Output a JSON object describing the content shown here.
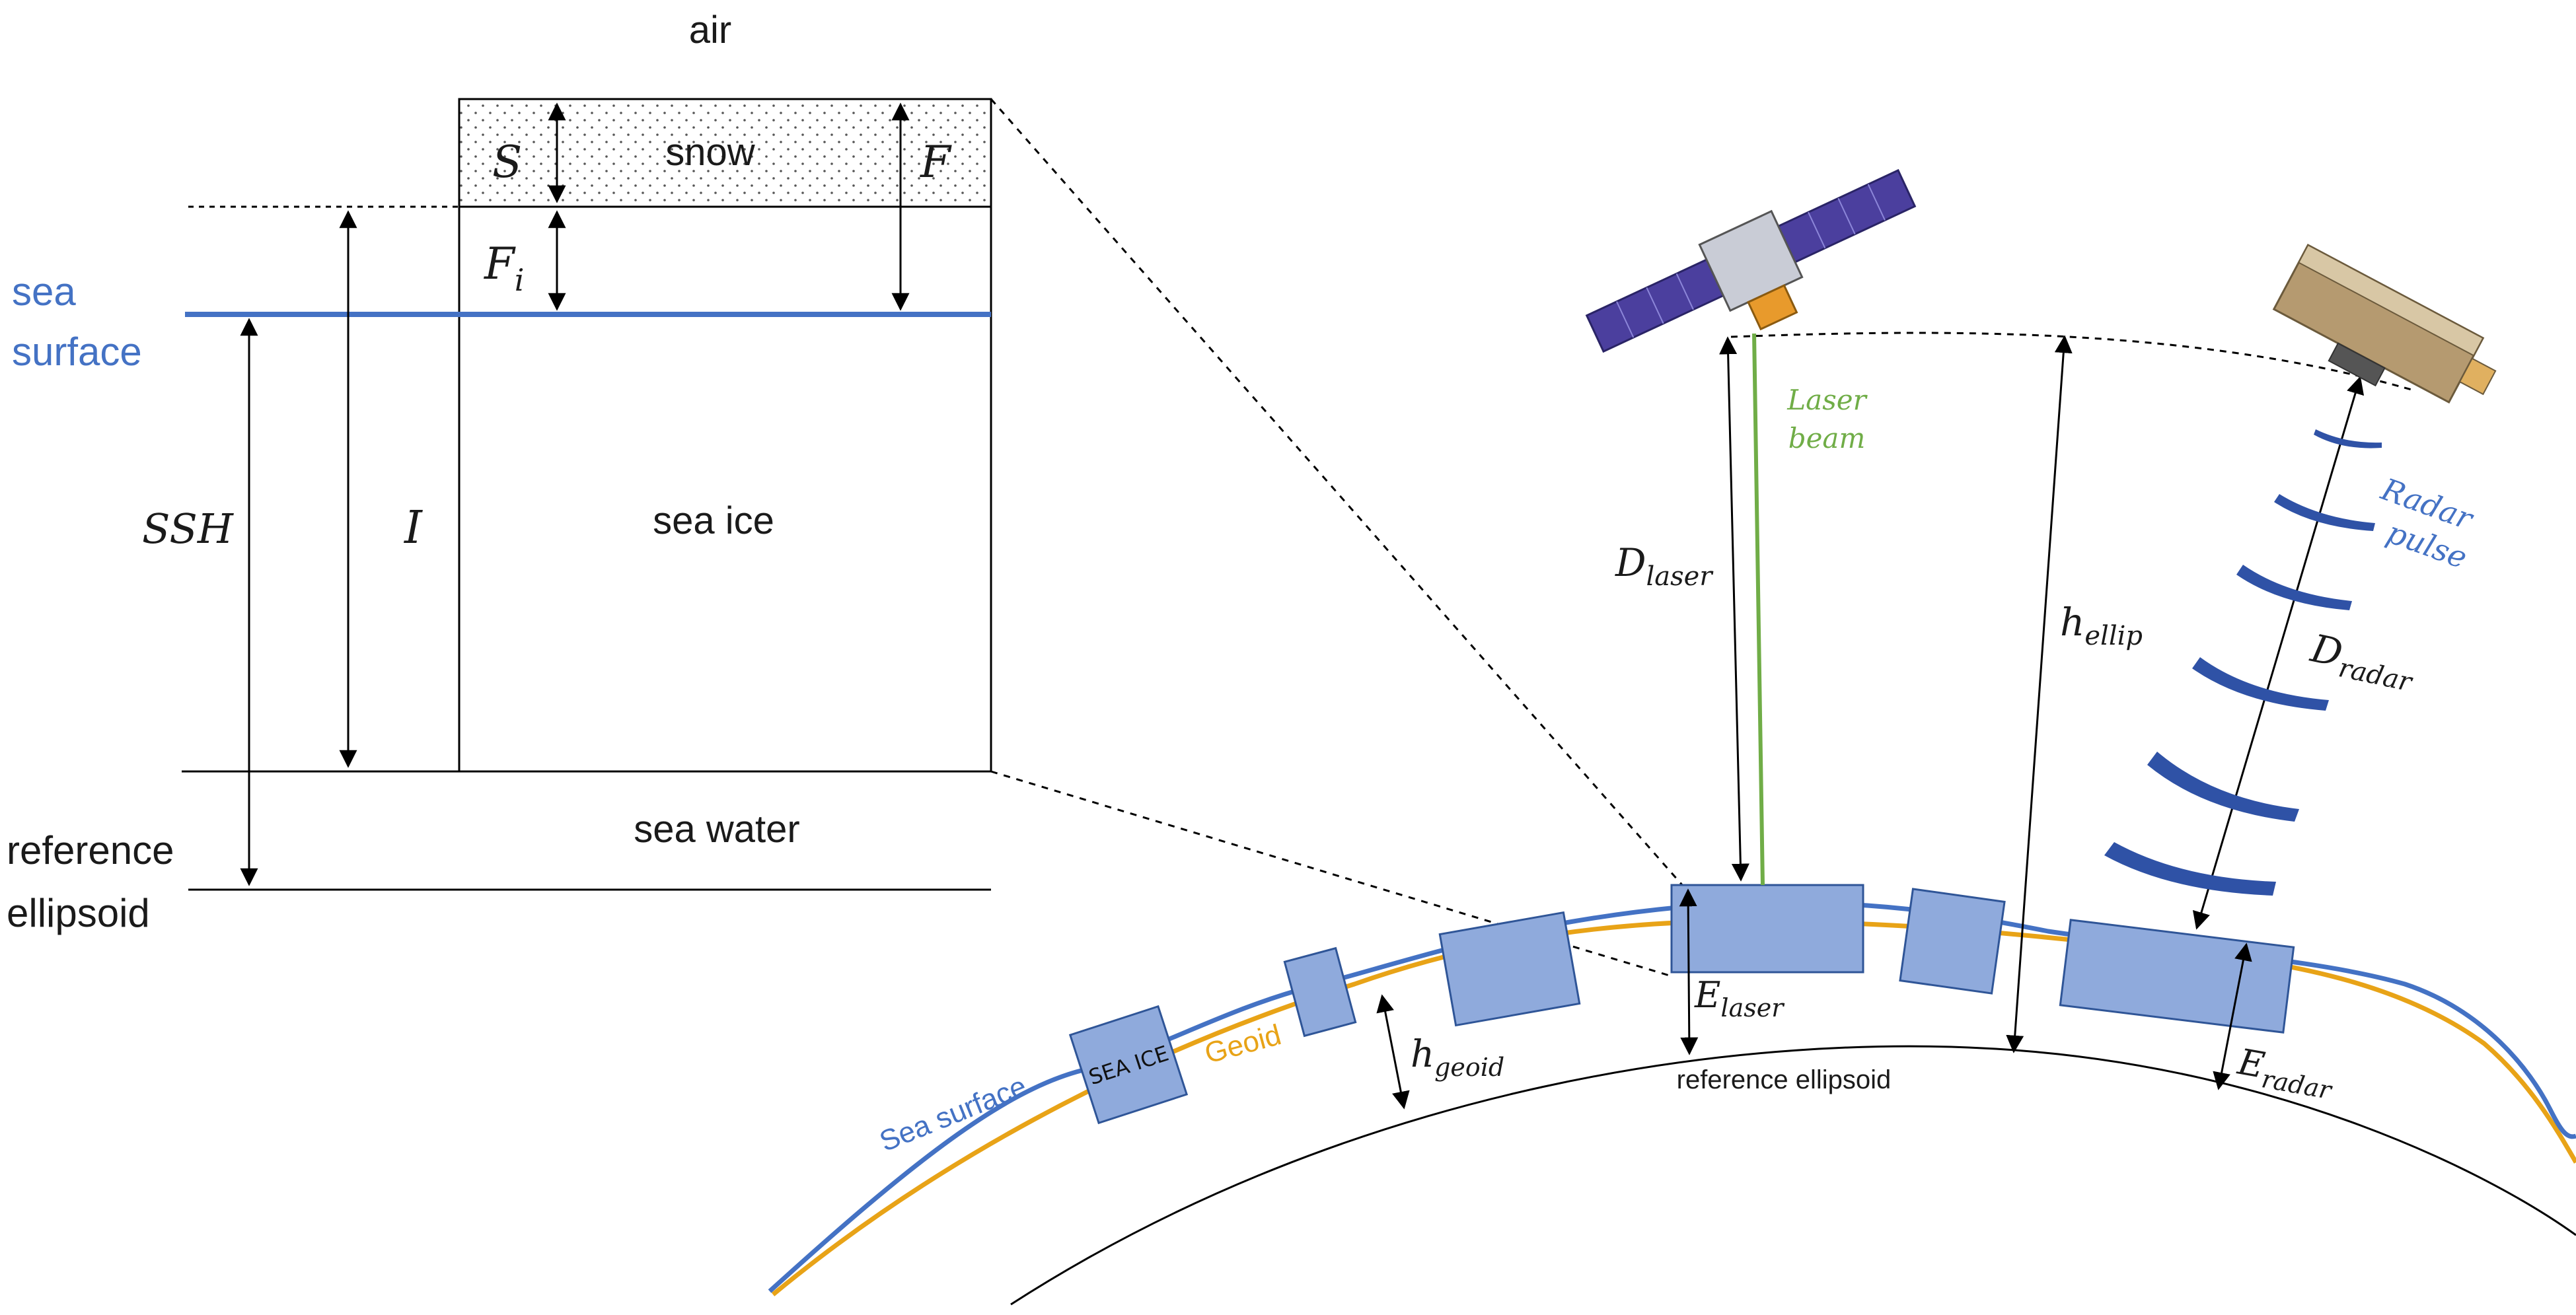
{
  "labels": {
    "air": "air",
    "snow": "snow",
    "S": "S",
    "F": "F",
    "Fi_main": "F",
    "Fi_sub": "i",
    "sea": "sea",
    "surface": "surface",
    "SSH": "SSH",
    "I": "I",
    "sea_ice": "sea ice",
    "sea_water": "sea water",
    "reference": "reference",
    "ellipsoid": "ellipsoid",
    "laser_beam_1": "Laser",
    "laser_beam_2": "beam",
    "radar_pulse_1": "Radar",
    "radar_pulse_2": "pulse",
    "D_laser_main": "D",
    "D_laser_sub": "laser",
    "h_ellip_main": "h",
    "h_ellip_sub": "ellip",
    "D_radar_main": "D",
    "D_radar_sub": "radar",
    "E_laser_main": "E",
    "E_laser_sub": "laser",
    "E_radar_main": "E",
    "E_radar_sub": "radar",
    "h_geoid_main": "h",
    "h_geoid_sub": "geoid",
    "reference_ellipsoid": "reference ellipsoid",
    "sea_surface_curve": "Sea surface",
    "geoid_curve": "Geoid",
    "sea_ice_block": "SEA ICE"
  },
  "colors": {
    "sea_surface": "#4472c4",
    "geoid": "#e8a317",
    "laser": "#70ad47",
    "ice_block_fill": "#8faadc",
    "ice_block_stroke": "#2f5597",
    "radar_pulse": "#2f52a6",
    "line": "#000000"
  },
  "icons": {
    "satellite_left": "satellite-icon",
    "satellite_right": "satellite-icon"
  }
}
